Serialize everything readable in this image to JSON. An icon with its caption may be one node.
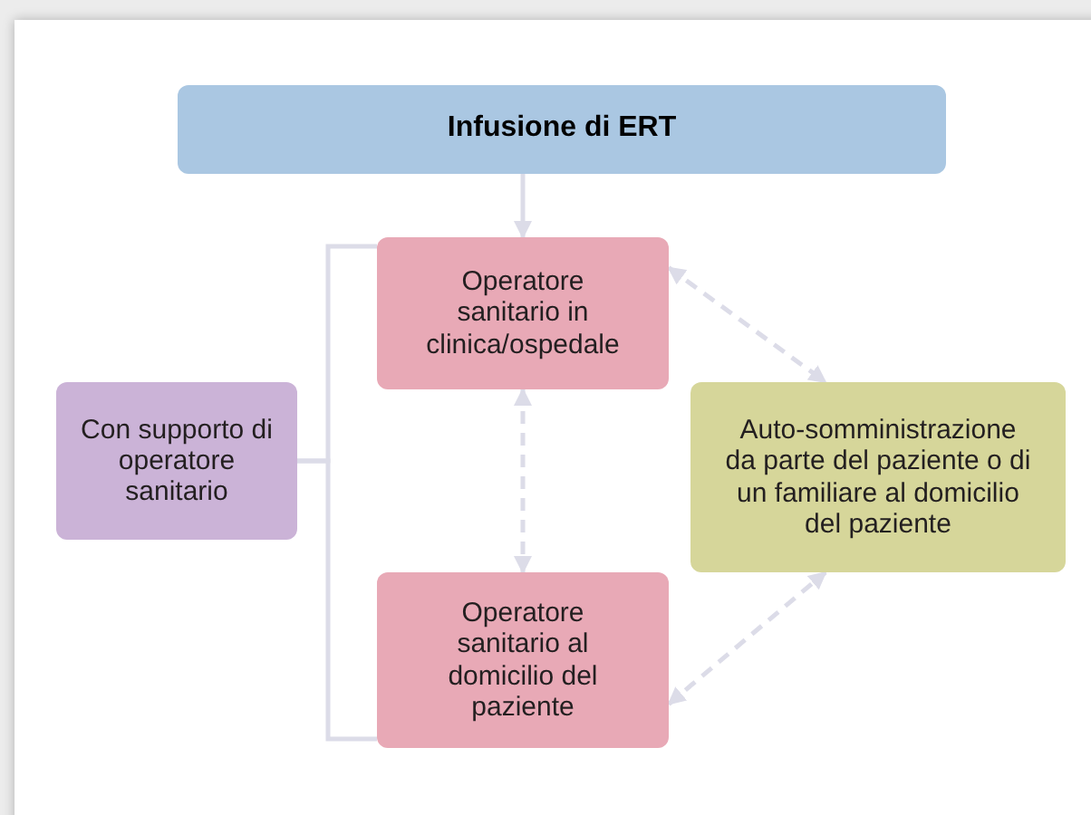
{
  "diagram": {
    "nodes": [
      {
        "text": [
          "Infusione di ERT"
        ]
      },
      {
        "text": [
          "Operatore sanitario in clinica/ospedale"
        ]
      },
      {
        "text": [
          "Con supporto di operatore sanitario"
        ]
      },
      {
        "text": [
          "Auto-somministrazione da parte del paziente o di un familiare al domicilio del paziente"
        ]
      },
      {
        "text": [
          "Operatore sanitario al domicilio del paziente"
        ]
      }
    ],
    "edges": [
      {
        "from": 0,
        "to": 1,
        "arrow": "to"
      },
      {
        "from": 1,
        "to": 3,
        "arrow": "both",
        "style": "dashed"
      },
      {
        "from": 2,
        "to": 1,
        "arrow": "none"
      },
      {
        "from": 2,
        "to": 4,
        "arrow": "none"
      },
      {
        "from": 1,
        "to": 4,
        "arrow": "both",
        "style": "dashed"
      },
      {
        "from": 4,
        "to": 3,
        "arrow": "both",
        "style": "dashed"
      }
    ]
  }
}
